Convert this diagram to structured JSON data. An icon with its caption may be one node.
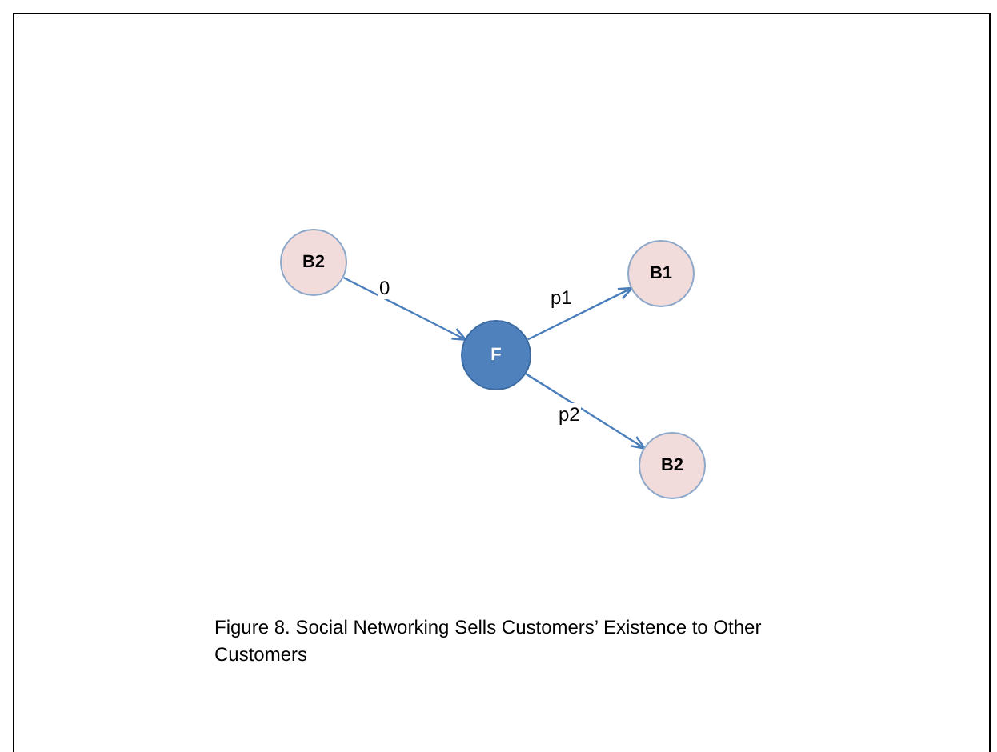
{
  "diagram": {
    "caption": "Figure 8.  Social Networking Sells Customers’ Existence to Other Customers",
    "nodes": [
      {
        "text": [
          "B2"
        ]
      },
      {
        "text": [
          "F"
        ]
      },
      {
        "text": [
          "B1"
        ]
      },
      {
        "text": [
          "B2"
        ]
      }
    ],
    "edges": [
      {
        "from": 0,
        "to": 1,
        "arrow": "to",
        "label": "0"
      },
      {
        "from": 1,
        "to": 2,
        "arrow": "to",
        "label": "p1"
      },
      {
        "from": 1,
        "to": 3,
        "arrow": "to",
        "label": "p2"
      }
    ]
  }
}
